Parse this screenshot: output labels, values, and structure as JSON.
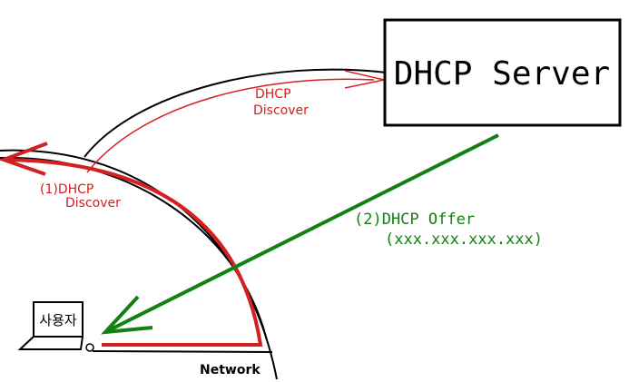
{
  "server": {
    "label": "DHCP Server"
  },
  "relay_discover": {
    "line1": "DHCP",
    "line2": "Discover"
  },
  "client_discover": {
    "line1": "(1)DHCP",
    "line2": "Discover"
  },
  "offer": {
    "line1": "(2)DHCP Offer",
    "line2": "(xxx.xxx.xxx.xxx)"
  },
  "user": {
    "label": "사용자"
  },
  "network": {
    "label": "Network"
  },
  "colors": {
    "discover": "#d42020",
    "offer": "#138013",
    "line": "#000000"
  }
}
